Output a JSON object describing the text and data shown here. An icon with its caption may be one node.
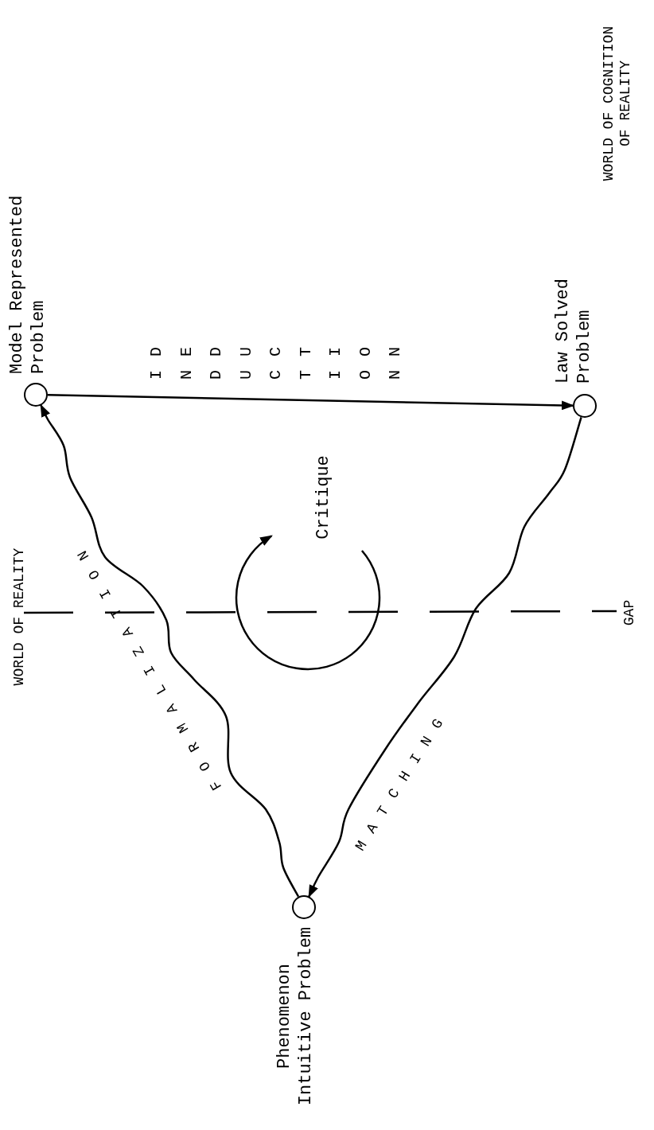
{
  "diagram": {
    "nodes": [
      {
        "text": [
          "Model Represented Problem"
        ]
      },
      {
        "text": [
          "Law Solved Problem"
        ]
      },
      {
        "text": [
          "Phenomenon Intuitive Problem"
        ]
      }
    ],
    "edges": [
      {
        "from": 0,
        "to": 1,
        "arrow": "to"
      },
      {
        "from": 1,
        "to": 2,
        "arrow": "to",
        "label": "MATCHING"
      },
      {
        "from": 2,
        "to": 0,
        "arrow": "to",
        "label": "FORMALIZATION"
      }
    ],
    "labels": [
      "WORLD OF COGNITION OF REALITY",
      "DEDUCTION",
      "INDUCTION",
      "Critique",
      "WORLD OF REALITY",
      "GAP"
    ]
  }
}
